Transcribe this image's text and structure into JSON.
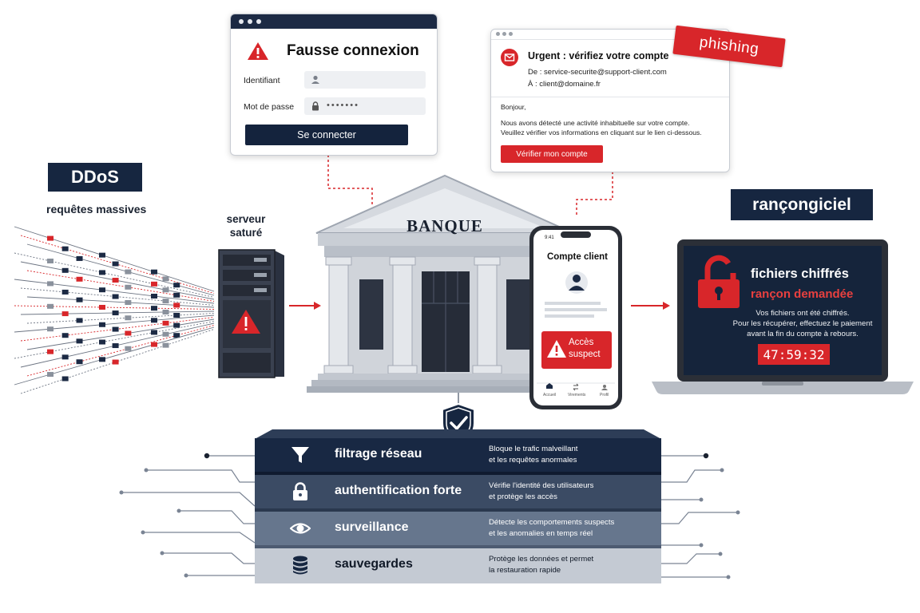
{
  "login_window": {
    "title": "Fausse connexion",
    "username_label": "Identifiant",
    "password_label": "Mot de passe",
    "password_mask": "•••••••",
    "submit_label": "Se connecter"
  },
  "phishing_email": {
    "subject": "Urgent : vérifiez votre compte",
    "from": "De :  service-securite@support-client.com",
    "to": "À   :  client@domaine.fr",
    "greeting": "Bonjour,",
    "body_line1": "Nous avons détecté une activité inhabituelle sur votre compte.",
    "body_line2": "Veuillez vérifier vos informations en cliquant sur le lien ci-dessous.",
    "button_label": "Vérifier mon compte",
    "tag": "phishing"
  },
  "ddos": {
    "tag": "DDoS",
    "subtitle": "requêtes massives",
    "server_label_1": "serveur",
    "server_label_2": "saturé"
  },
  "bank": {
    "label": "BANQUE"
  },
  "phone": {
    "time": "9:41",
    "title": "Compte client",
    "alert_line1": "Accès",
    "alert_line2": "suspect",
    "nav": [
      "Accueil",
      "Virements",
      "Profil"
    ]
  },
  "ransomware": {
    "tag": "rançongiciel",
    "title": "fichiers chiffrés",
    "subtitle": "rançon demandée",
    "line1": "Vos fichiers ont été chiffrés.",
    "line2": "Pour les récupérer, effectuez le paiement",
    "line3": "avant la fin du compte à rebours.",
    "timer": "47:59:32"
  },
  "defenses": [
    {
      "name": "filtrage réseau",
      "desc1": "Bloque le trafic malveillant",
      "desc2": "et les requêtes anormales",
      "icon": "filter-icon"
    },
    {
      "name": "authentification forte",
      "desc1": "Vérifie l'identité des utilisateurs",
      "desc2": "et protège les accès",
      "icon": "lock-icon"
    },
    {
      "name": "surveillance",
      "desc1": "Détecte les comportements suspects",
      "desc2": "et les anomalies en temps réel",
      "icon": "eye-icon"
    },
    {
      "name": "sauvegardes",
      "desc1": "Protège les données et permet",
      "desc2": "la restauration rapide",
      "icon": "database-icon"
    }
  ],
  "colors": {
    "navy": "#162640",
    "alert_red": "#d8262a",
    "layer1": "#182843",
    "layer2": "#3b4b64",
    "layer3": "#66768d",
    "layer4": "#c4cad3"
  }
}
